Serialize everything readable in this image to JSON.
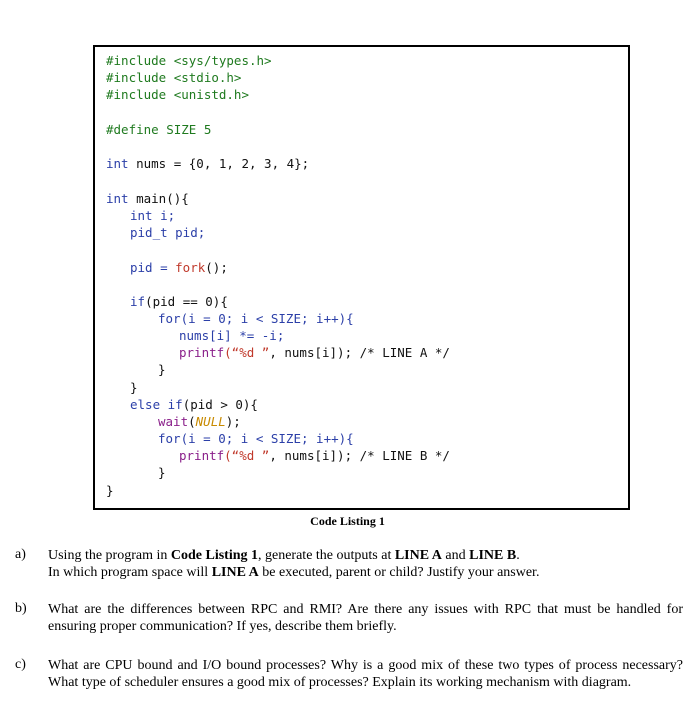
{
  "code": {
    "include1": "#include <sys/types.h>",
    "include2": "#include <stdio.h>",
    "include3": "#include <unistd.h>",
    "define": "#define SIZE 5",
    "nums_kw": "int",
    "nums_rest": " nums = {0, 1, 2, 3, 4};",
    "main_kw": "int",
    "main_rest": " main(){",
    "decl_i": "int i;",
    "decl_pid": "pid_t pid;",
    "fork_lhs": "pid = ",
    "fork_call": "fork",
    "fork_end": "();",
    "if_kw": "if",
    "if_rest": "(pid == 0){",
    "for1_kw": "for",
    "for1_rest": "(i = 0; i < SIZE; i++){",
    "nums_mult": "nums[i] *= -i;",
    "printf1_kw": "printf",
    "printf1_fmt": "(“%d ”",
    "printf1_rest": ", nums[i]); /* LINE A */",
    "close1": "}",
    "close2": "}",
    "else_kw": "else if",
    "else_rest": "(pid > 0){",
    "wait_kw": "wait",
    "wait_arg": "NULL",
    "wait_end": ");",
    "for2_kw": "for",
    "for2_rest": "(i = 0; i < SIZE; i++){",
    "printf2_kw": "printf",
    "printf2_fmt": "(“%d ”",
    "printf2_rest": ", nums[i]); /* LINE B */",
    "close3": "}",
    "close4": "}"
  },
  "caption": "Code Listing 1",
  "questions": [
    {
      "label": "a)",
      "p1": "Using the program in ",
      "b1": "Code Listing 1",
      "p2": ", generate the outputs at ",
      "b2": "LINE A",
      "p3": " and ",
      "b3": "LINE B",
      "p4": ".",
      "line2a": "In which program space will ",
      "line2b": "LINE A",
      "line2c": " be executed, parent or child? Justify your answer."
    },
    {
      "label": "b)",
      "text": "What are the differences between RPC and RMI? Are there any issues with RPC that must be handled for ensuring proper communication? If yes, describe them briefly."
    },
    {
      "label": "c)",
      "text": "What are CPU bound and I/O bound processes? Why is a good mix of these two types of process necessary? What type of scheduler ensures a good mix of processes? Explain its working mechanism with diagram."
    }
  ]
}
